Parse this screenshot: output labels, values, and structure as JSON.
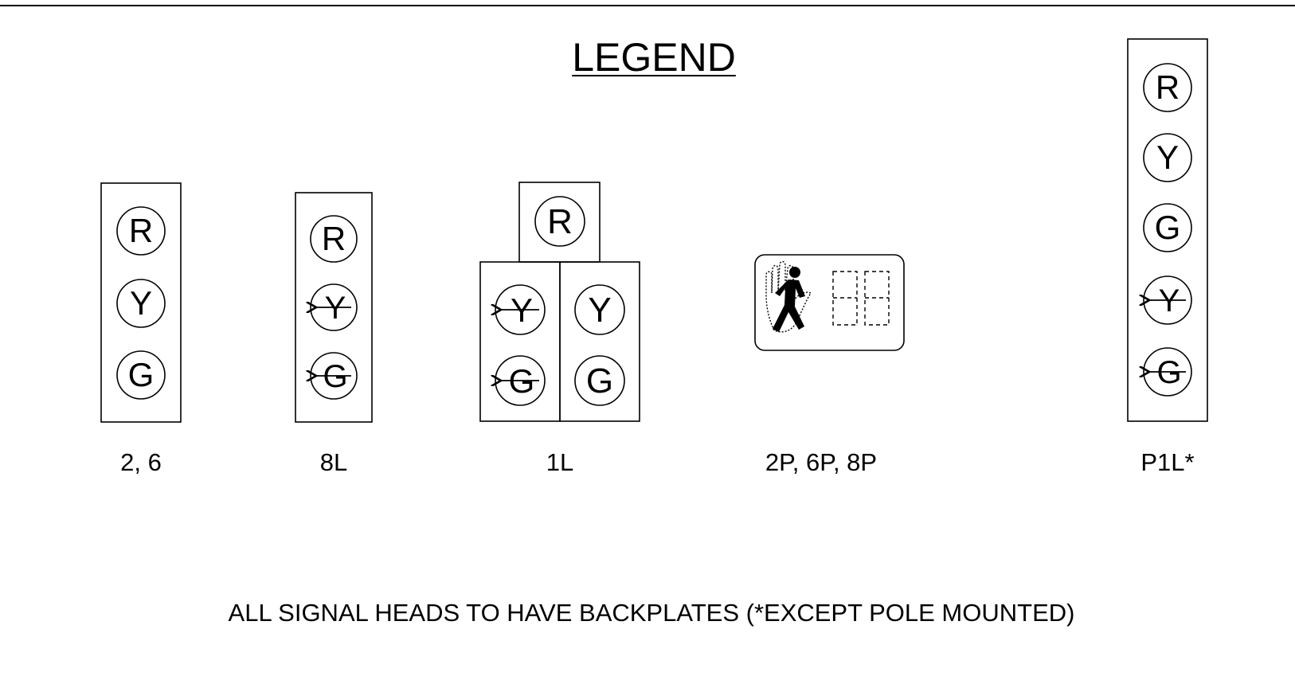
{
  "legend": {
    "title": "LEGEND",
    "heads": [
      {
        "label": "2, 6",
        "lenses": [
          "R",
          "Y",
          "G"
        ]
      },
      {
        "label": "8L",
        "lenses": [
          "R",
          "Y",
          "G"
        ],
        "arrow_lenses": [
          "Y",
          "G"
        ]
      },
      {
        "label": "1L",
        "lenses": [
          "R",
          "Y",
          "G",
          "Y",
          "G"
        ],
        "arrow_lenses": [
          "Y",
          "G"
        ]
      },
      {
        "label": "2P, 6P, 8P",
        "type": "pedestrian signal with countdown"
      },
      {
        "label": "P1L*",
        "lenses": [
          "R",
          "Y",
          "G",
          "Y",
          "G"
        ],
        "arrow_lenses": [
          "Y",
          "G"
        ]
      }
    ],
    "note": "ALL SIGNAL HEADS TO HAVE BACKPLATES (*EXCEPT POLE MOUNTED)"
  },
  "colors": {
    "line": "#000000",
    "background": "#ffffff"
  }
}
